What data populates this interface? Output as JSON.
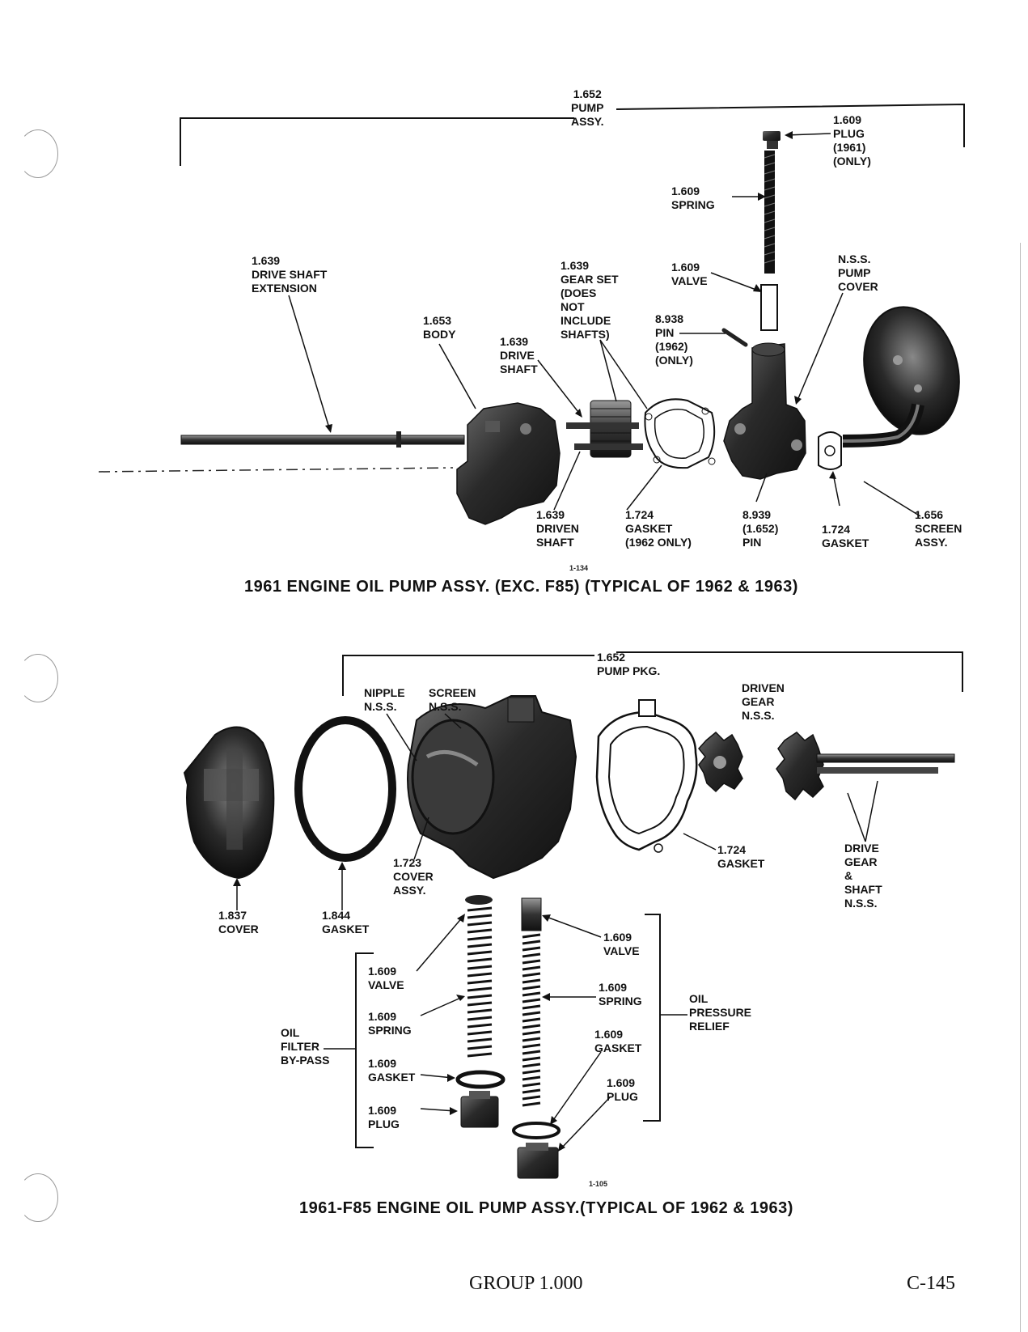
{
  "diagram_top": {
    "caption": "1961 ENGINE OIL PUMP ASSY. (EXC. F85) (TYPICAL OF 1962 & 1963)",
    "figure_number": "1-134",
    "labels": [
      {
        "id": "pump-assy",
        "lines": [
          "1.652",
          "PUMP",
          "ASSY."
        ]
      },
      {
        "id": "plug",
        "lines": [
          "1.609",
          "PLUG",
          "(1961)",
          "(ONLY)"
        ]
      },
      {
        "id": "spring",
        "lines": [
          "1.609",
          "SPRING"
        ]
      },
      {
        "id": "valve",
        "lines": [
          "1.609",
          "VALVE"
        ]
      },
      {
        "id": "pump-cover",
        "lines": [
          "N.S.S.",
          "PUMP",
          "COVER"
        ]
      },
      {
        "id": "drive-shaft-extension",
        "lines": [
          "1.639",
          "DRIVE SHAFT",
          "EXTENSION"
        ]
      },
      {
        "id": "gear-set",
        "lines": [
          "1.639",
          "GEAR SET",
          "(DOES",
          "NOT",
          "INCLUDE",
          "SHAFTS)"
        ]
      },
      {
        "id": "body",
        "lines": [
          "1.653",
          "BODY"
        ]
      },
      {
        "id": "pin-1962",
        "lines": [
          "8.938",
          "PIN",
          "(1962)",
          "(ONLY)"
        ]
      },
      {
        "id": "drive-shaft",
        "lines": [
          "1.639",
          "DRIVE",
          "SHAFT"
        ]
      },
      {
        "id": "driven-shaft",
        "lines": [
          "1.639",
          "DRIVEN",
          "SHAFT"
        ]
      },
      {
        "id": "gasket-1962",
        "lines": [
          "1.724",
          "GASKET",
          "(1962 ONLY)"
        ]
      },
      {
        "id": "pin",
        "lines": [
          "8.939",
          "(1.652)",
          "PIN"
        ]
      },
      {
        "id": "gasket",
        "lines": [
          "1.724",
          "GASKET"
        ]
      },
      {
        "id": "screen-assy",
        "lines": [
          "1.656",
          "SCREEN",
          "ASSY."
        ]
      }
    ]
  },
  "diagram_bottom": {
    "caption": "1961-F85 ENGINE OIL PUMP ASSY.(TYPICAL OF 1962 & 1963)",
    "figure_number": "1-105",
    "labels": [
      {
        "id": "pump-pkg",
        "lines": [
          "1.652",
          "PUMP PKG."
        ]
      },
      {
        "id": "nipple",
        "lines": [
          "NIPPLE",
          "N.S.S."
        ]
      },
      {
        "id": "screen",
        "lines": [
          "SCREEN",
          "N.S.S."
        ]
      },
      {
        "id": "driven-gear",
        "lines": [
          "DRIVEN",
          "GEAR",
          "N.S.S."
        ]
      },
      {
        "id": "cover-assy",
        "lines": [
          "1.723",
          "COVER",
          "ASSY."
        ]
      },
      {
        "id": "gasket-pump",
        "lines": [
          "1.724",
          "GASKET"
        ]
      },
      {
        "id": "drive-gear-shaft",
        "lines": [
          "DRIVE",
          "GEAR",
          "&",
          "SHAFT",
          "N.S.S."
        ]
      },
      {
        "id": "cover",
        "lines": [
          "1.837",
          "COVER"
        ]
      },
      {
        "id": "gasket-cover",
        "lines": [
          "1.844",
          "GASKET"
        ]
      },
      {
        "id": "bypass-valve",
        "lines": [
          "1.609",
          "VALVE"
        ]
      },
      {
        "id": "bypass-spring",
        "lines": [
          "1.609",
          "SPRING"
        ]
      },
      {
        "id": "oil-filter-bypass",
        "lines": [
          "OIL",
          "FILTER",
          "BY-PASS"
        ]
      },
      {
        "id": "bypass-gasket",
        "lines": [
          "1.609",
          "GASKET"
        ]
      },
      {
        "id": "bypass-plug",
        "lines": [
          "1.609",
          "PLUG"
        ]
      },
      {
        "id": "relief-valve",
        "lines": [
          "1.609",
          "VALVE"
        ]
      },
      {
        "id": "relief-spring",
        "lines": [
          "1.609",
          "SPRING"
        ]
      },
      {
        "id": "oil-pressure-relief",
        "lines": [
          "OIL",
          "PRESSURE",
          "RELIEF"
        ]
      },
      {
        "id": "relief-gasket",
        "lines": [
          "1.609",
          "GASKET"
        ]
      },
      {
        "id": "relief-plug",
        "lines": [
          "1.609",
          "PLUG"
        ]
      }
    ]
  },
  "footer": {
    "group": "GROUP 1.000",
    "page": "C-145"
  }
}
